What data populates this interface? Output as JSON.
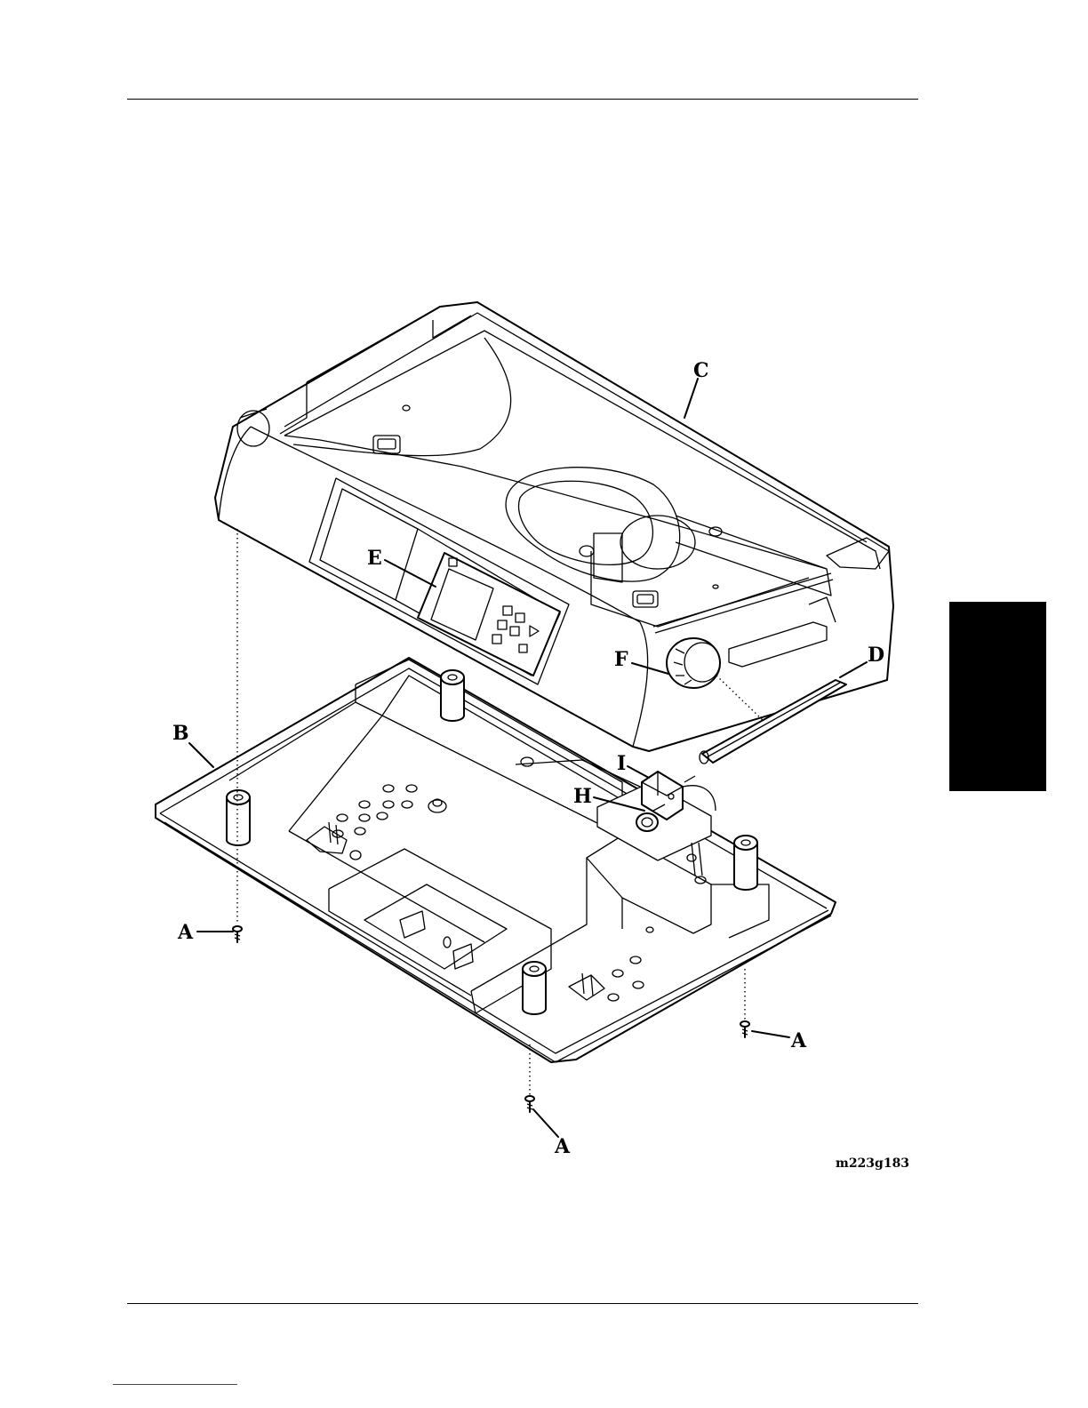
{
  "figure": {
    "id": "m223g183",
    "callouts": {
      "a1": "A",
      "a2": "A",
      "a3": "A",
      "b": "B",
      "c": "C",
      "d": "D",
      "e": "E",
      "f": "F",
      "h": "H",
      "i": "I"
    }
  }
}
